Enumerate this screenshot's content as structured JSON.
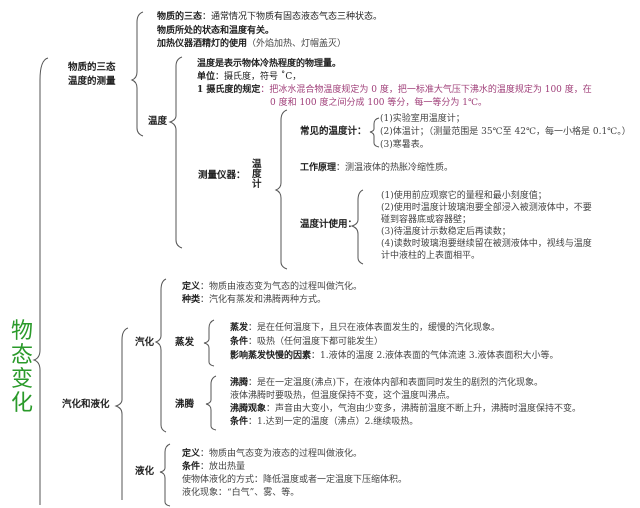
{
  "title_vertical": [
    "物",
    "态",
    "变",
    "化"
  ],
  "section1": {
    "label_line1": "物质的三态",
    "label_line2": "温度的测量",
    "top_items": [
      {
        "bold": "物质的三态",
        "text": "：通常情况下物质有固态液态气态三种状态。"
      },
      {
        "bold": "物质所处的状态和温度有关。",
        "text": ""
      },
      {
        "bold": "加热仪器酒精灯的使用",
        "text": "（外焰加热、灯帽盖灭）"
      }
    ],
    "temperature": {
      "label": "温度",
      "definition": "温度是表示物体冷热程度的物理量。",
      "unit_bold": "单位",
      "unit_text": "：摄氏度，符号 ˚C，",
      "rule_bold": "1 摄氏度的规定",
      "rule_text_line1": "：把冰水混合物温度规定为 0 度，把一标准大气压下沸水的温度规定为 100 度，在",
      "rule_text_line2": "0 度和 100 度之间分成 100 等分，每一等分为 1℃。",
      "instrument_label": "测量仪器：",
      "thermometer_label": [
        "温",
        "度",
        "计"
      ],
      "common": {
        "label": "常见的温度计：",
        "items": [
          "(1)实验室用温度计；",
          "(2)体温计；（测量范围是 35℃至 42℃，每一小格是 0.1℃。）",
          "(3)寒暑表。"
        ]
      },
      "principle_bold": "工作原理",
      "principle_text": "：测温液体的热胀冷缩性质。",
      "usage": {
        "label": "温度计使用：",
        "lines": [
          "(1)使用前应观察它的量程和最小刻度值；",
          "(2)使用时温度计玻璃泡要全部浸入被测液体中，不要",
          "碰到容器底或容器壁；",
          "(3)待温度计示数稳定后再读数；",
          "(4)读数时玻璃泡要继续留在被测液体中，视线与温度",
          "计中液柱的上表面相平。"
        ]
      }
    }
  },
  "section2": {
    "label": "汽化和液化",
    "vaporization": {
      "label": "汽化",
      "definition_bold": "定义",
      "definition_text": "：物质由液态变为气态的过程叫做汽化。",
      "types_bold": "种类",
      "types_text": "：汽化有蒸发和沸腾两种方式。",
      "evaporation": {
        "label": "蒸发",
        "l1_bold": "蒸发",
        "l1_text": "：是在任何温度下，且只在液体表面发生的，缓慢的汽化现象。",
        "l2_bold": "条件",
        "l2_text": "：吸热（任何温度下都可能发生）",
        "l3_bold": "影响蒸发快慢的因素",
        "l3_text": "：1.液体的温度 2.液体表面的气体流速 3.液体表面积大小等。"
      },
      "boiling": {
        "label": "沸腾",
        "l1_bold": "沸腾",
        "l1_text": "：是在一定温度(沸点)下，在液体内部和表面同时发生的剧烈的汽化现象。",
        "l2_text": "液体沸腾时要吸热，但温度保持不变，这个温度叫沸点。",
        "l3_bold": "沸腾观象",
        "l3_text": "：声音由大变小，气泡由少变多，沸腾前温度不断上升，沸腾时温度保持不变。",
        "l4_bold": "条件",
        "l4_text": "：1.达到一定的温度（沸点）2.继续吸热。"
      }
    },
    "liquefaction": {
      "label": "液化",
      "definition_bold": "定义",
      "definition_text": "：物质由气态变为液态的过程叫做液化。",
      "condition_bold": "条件",
      "condition_text": "：放出热量",
      "method_text": "使物体液化的方式：降低温度或者一定温度下压缩体积。",
      "phenomena_text": "液化现象：“白气”、雾、等。"
    }
  },
  "colors": {
    "title_green": "#2a9a2a",
    "rule_pink": "#a0407a",
    "brace": "#555555"
  }
}
